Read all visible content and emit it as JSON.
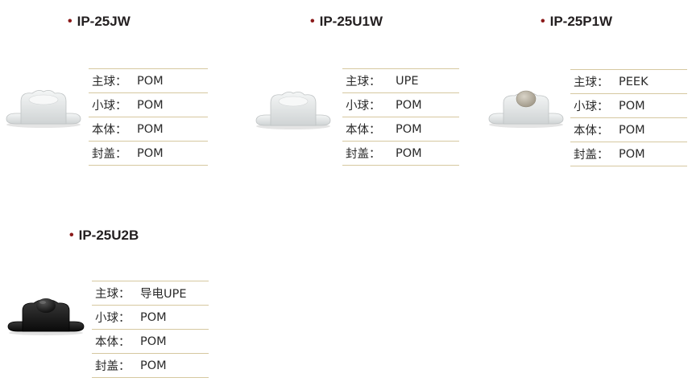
{
  "colors": {
    "bullet": "#8b1a1a",
    "rule": "#d6c8a0",
    "text": "#231f20",
    "white_body": "#e7e9ea",
    "black_body": "#111111",
    "peek_ball": "#b7b1a2"
  },
  "products": [
    {
      "title": "IP-25JW",
      "image_icon": "white-ball-transfer-unit",
      "specs": [
        {
          "key": "主球：",
          "value": "POM"
        },
        {
          "key": "小球：",
          "value": "POM"
        },
        {
          "key": "本体：",
          "value": "POM"
        },
        {
          "key": "封盖：",
          "value": "POM"
        }
      ]
    },
    {
      "title": "IP-25U1W",
      "image_icon": "white-ball-transfer-unit",
      "specs": [
        {
          "key": "主球：",
          "value": "UPE"
        },
        {
          "key": "小球：",
          "value": "POM"
        },
        {
          "key": "本体：",
          "value": "POM"
        },
        {
          "key": "封盖：",
          "value": "POM"
        }
      ]
    },
    {
      "title": "IP-25P1W",
      "image_icon": "white-ball-transfer-unit-peek-ball",
      "specs": [
        {
          "key": "主球：",
          "value": "PEEK"
        },
        {
          "key": "小球：",
          "value": "POM"
        },
        {
          "key": "本体：",
          "value": "POM"
        },
        {
          "key": "封盖：",
          "value": "POM"
        }
      ]
    },
    {
      "title": "IP-25U2B",
      "image_icon": "black-ball-transfer-unit",
      "specs": [
        {
          "key": "主球：",
          "value": "导电UPE"
        },
        {
          "key": "小球：",
          "value": "POM"
        },
        {
          "key": "本体：",
          "value": "POM"
        },
        {
          "key": "封盖：",
          "value": "POM"
        }
      ]
    }
  ]
}
